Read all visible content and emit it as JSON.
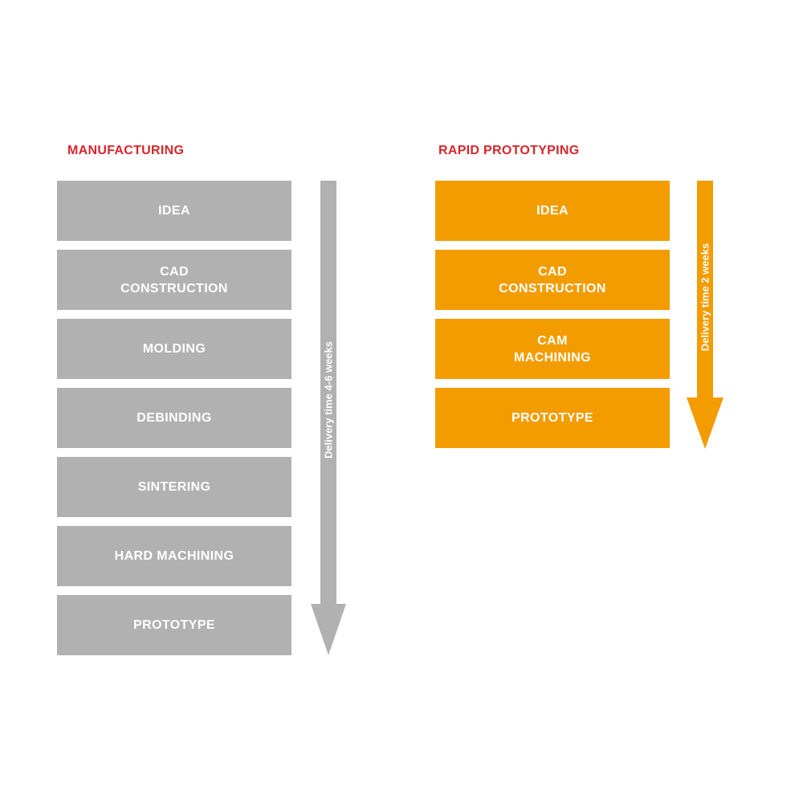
{
  "colors": {
    "title": "#d9262b",
    "manufacturing_fill": "#b1b1b1",
    "rapid_fill": "#f39c00",
    "text_on_fill": "#ffffff"
  },
  "manufacturing": {
    "title": "MANUFACTURING",
    "steps": [
      "IDEA",
      "CAD\nCONSTRUCTION",
      "MOLDING",
      "DEBINDING",
      "SINTERING",
      "HARD MACHINING",
      "PROTOTYPE"
    ],
    "arrow_label": "Delivery time 4-6 weeks"
  },
  "rapid_prototyping": {
    "title": "RAPID PROTOTYPING",
    "steps": [
      "IDEA",
      "CAD\nCONSTRUCTION",
      "CAM\nMACHINING",
      "PROTOTYPE"
    ],
    "arrow_label": "Delivery time 2 weeks"
  }
}
